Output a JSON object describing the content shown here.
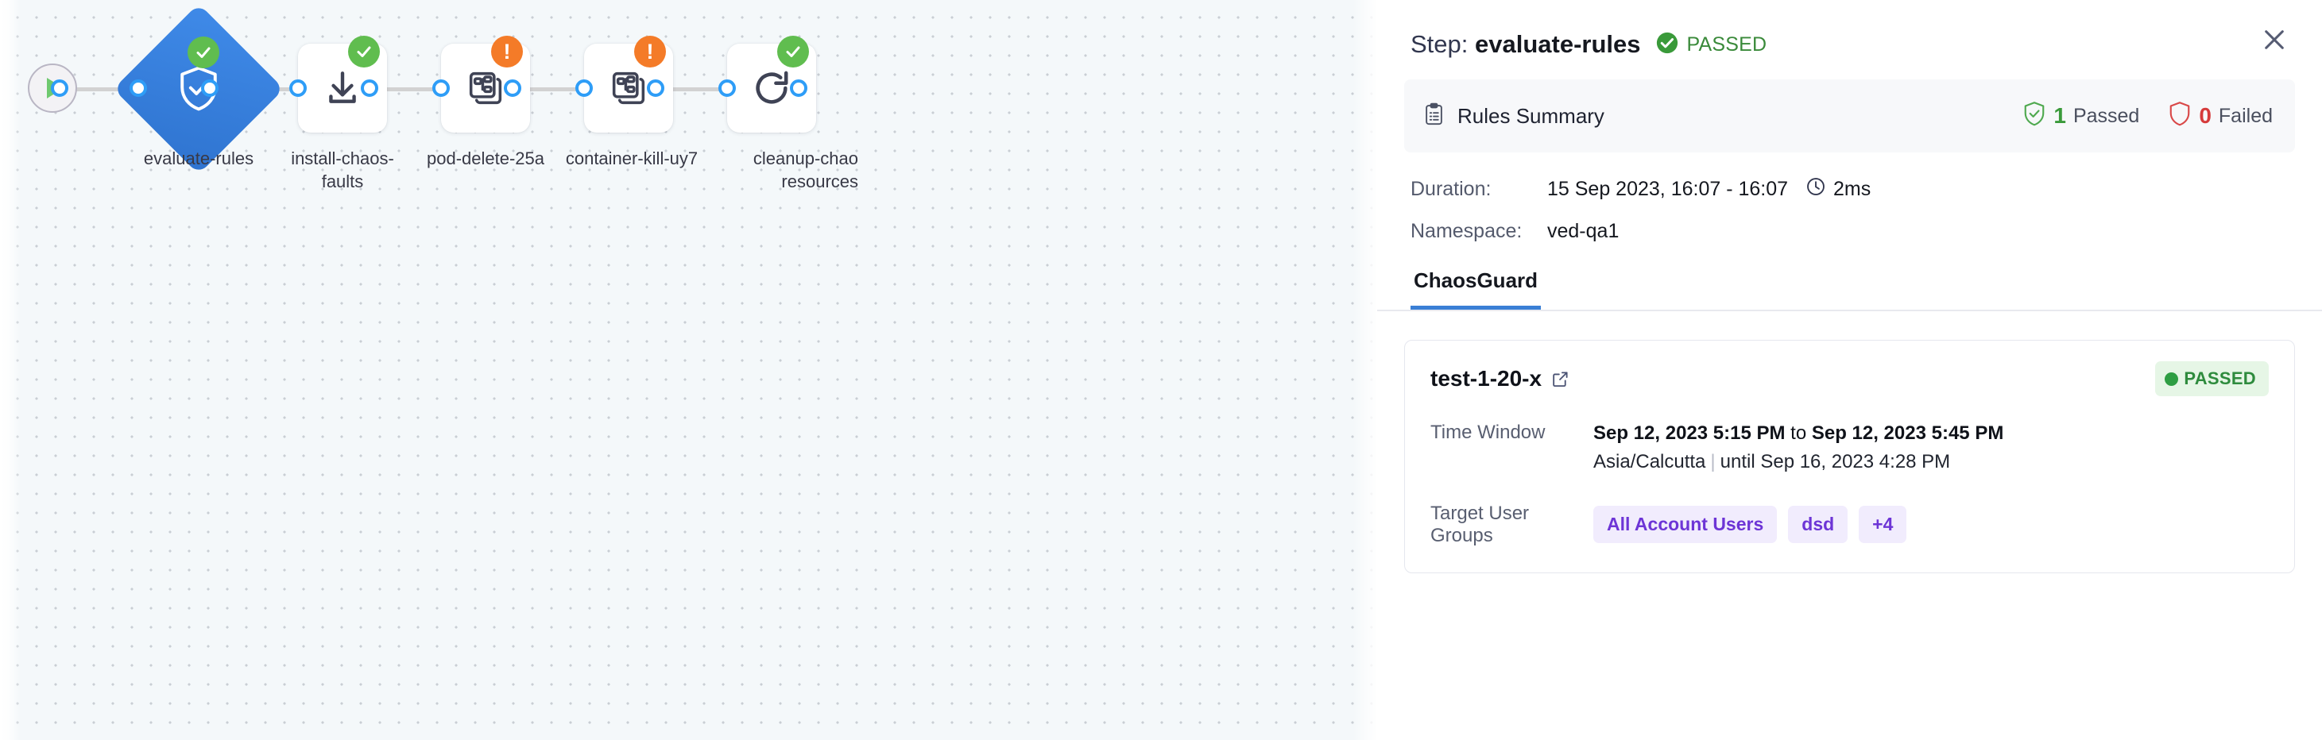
{
  "canvas": {
    "start_node": {
      "name": "start-node",
      "icon": "play-icon"
    },
    "nodes": [
      {
        "id": "evaluate-rules",
        "label": "evaluate-rules",
        "shape": "diamond",
        "icon": "shield-check-icon",
        "status": "success",
        "selected": true
      },
      {
        "id": "install-chaos-faults",
        "label": "install-chaos-\nfaults",
        "shape": "card",
        "icon": "download-icon",
        "status": "success",
        "selected": false
      },
      {
        "id": "pod-delete-25a",
        "label": "pod-delete-25a",
        "shape": "card",
        "icon": "chaos-fault-icon",
        "status": "warning",
        "selected": false
      },
      {
        "id": "container-kill-uy7",
        "label": "container-kill-uy7",
        "shape": "card",
        "icon": "chaos-fault-icon",
        "status": "warning",
        "selected": false
      },
      {
        "id": "cleanup-chaos-resources",
        "label": "cleanup-chao\nresources",
        "shape": "card",
        "icon": "refresh-icon",
        "status": "success",
        "selected": false
      }
    ]
  },
  "panel": {
    "title_prefix": "Step:",
    "title_name": "evaluate-rules",
    "status_label": "PASSED",
    "status_icon": "check-circle-icon",
    "close_icon": "close-icon",
    "rules_summary": {
      "icon": "clipboard-icon",
      "label": "Rules Summary",
      "passed_count": "1",
      "passed_label": "Passed",
      "passed_icon": "shield-check-icon",
      "failed_count": "0",
      "failed_label": "Failed",
      "failed_icon": "shield-icon"
    },
    "meta": [
      {
        "key": "Duration:",
        "value": "15 Sep 2023, 16:07 - 16:07",
        "extra": "2ms",
        "extra_icon": "clock-icon"
      },
      {
        "key": "Namespace:",
        "value": "ved-qa1",
        "extra": "",
        "extra_icon": ""
      }
    ],
    "tabs": [
      {
        "label": "ChaosGuard",
        "active": true
      }
    ],
    "card": {
      "title": "test-1-20-x",
      "link_icon": "external-link-icon",
      "status_label": "PASSED",
      "rows": [
        {
          "key": "Time Window",
          "line1_a": "Sep 12, 2023 5:15 PM",
          "line1_sep": " to ",
          "line1_b": "Sep 12, 2023 5:45 PM",
          "line2_a": "Asia/Calcutta",
          "line2_b": "until Sep 16, 2023 4:28 PM"
        }
      ],
      "groups_key": "Target User Groups",
      "groups": [
        "All Account Users",
        "dsd",
        "+4"
      ]
    }
  },
  "colors": {
    "accent_blue": "#3a7fd5",
    "success_green": "#60bd4f",
    "warning_orange": "#f47b28",
    "fail_red": "#d63b3b",
    "chip_purple": "#6d35d6",
    "canvas_bg": "#f4f8fa"
  }
}
